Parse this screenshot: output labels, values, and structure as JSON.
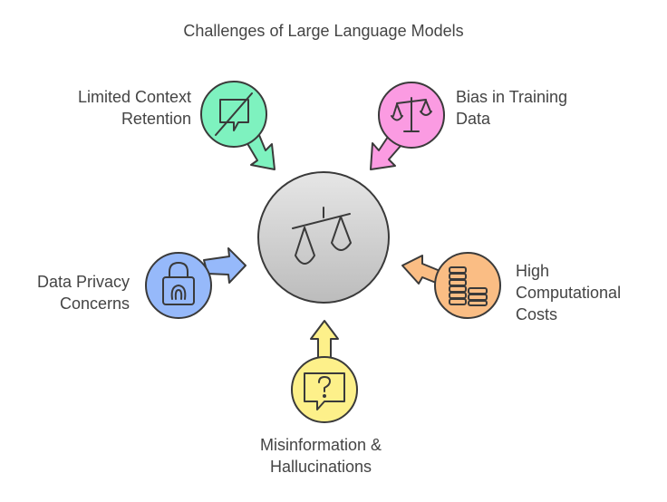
{
  "title": "Challenges of Large Language Models",
  "center": {
    "icon": "balance-scale-icon"
  },
  "nodes": [
    {
      "id": "context",
      "lines": [
        "Limited Context",
        "Retention"
      ],
      "color": "#7ef2bf",
      "icon": "message-slash-icon"
    },
    {
      "id": "bias",
      "lines": [
        "Bias in Training",
        "Data"
      ],
      "color": "#fb9be2",
      "icon": "scale-icon"
    },
    {
      "id": "privacy",
      "lines": [
        "Data Privacy",
        "Concerns"
      ],
      "color": "#96b9fa",
      "icon": "fingerprint-lock-icon"
    },
    {
      "id": "cost",
      "lines": [
        "High",
        "Computational",
        "Costs"
      ],
      "color": "#fabd84",
      "icon": "coin-stack-icon"
    },
    {
      "id": "misinfo",
      "lines": [
        "Misinformation &",
        "Hallucinations"
      ],
      "color": "#fdf08a",
      "icon": "question-message-icon"
    }
  ]
}
